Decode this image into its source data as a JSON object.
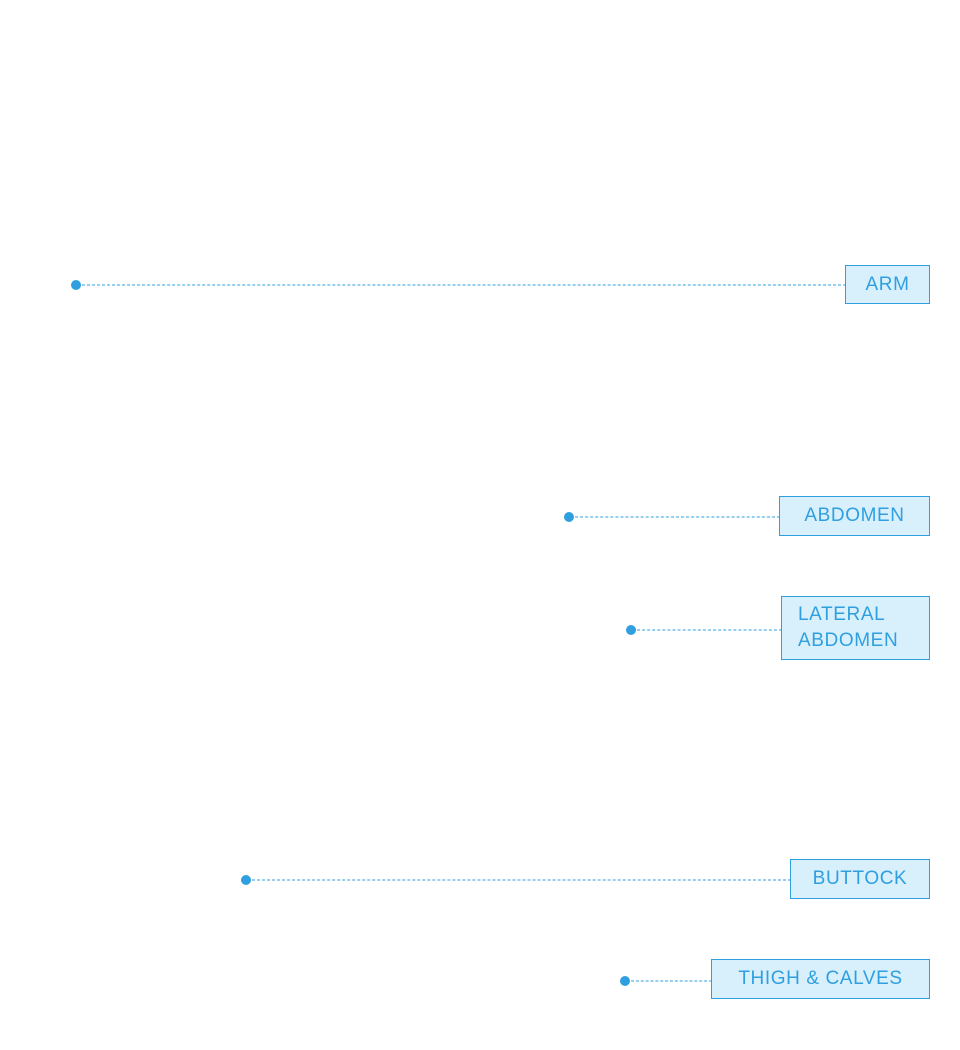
{
  "colors": {
    "accent": "#2f9fe0",
    "label_fill": "#d8effc",
    "background": "#ffffff"
  },
  "callouts": [
    {
      "id": "arm",
      "lines": [
        "ARM"
      ]
    },
    {
      "id": "abdomen",
      "lines": [
        "ABDOMEN"
      ]
    },
    {
      "id": "lateral-abdomen",
      "lines": [
        "LATERAL",
        "ABDOMEN"
      ]
    },
    {
      "id": "buttock",
      "lines": [
        "BUTTOCK"
      ]
    },
    {
      "id": "thigh-calves",
      "lines": [
        "THIGH & CALVES"
      ]
    }
  ]
}
